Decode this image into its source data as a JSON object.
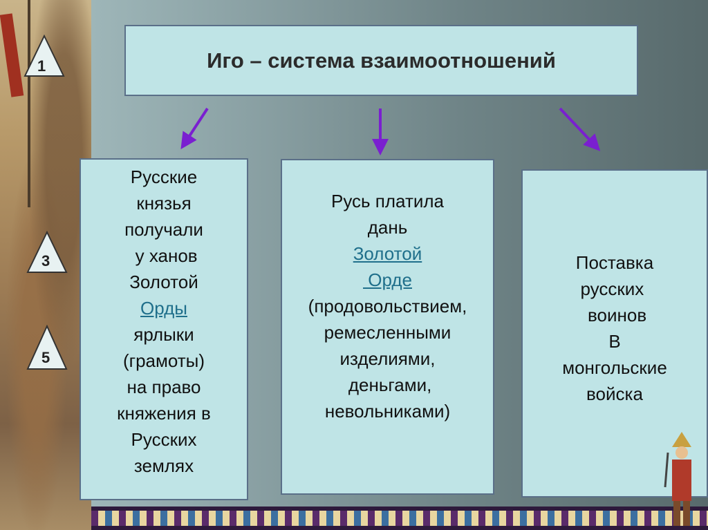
{
  "title": "Иго – система взаимоотношений",
  "badges": [
    "1",
    "3",
    "5"
  ],
  "box1": {
    "lines": [
      "Русские",
      "князья",
      "получали",
      " у ханов",
      "Золотой"
    ],
    "link": "Орды",
    "lines_after": [
      "ярлыки",
      "(грамоты)",
      "на право",
      "княжения в",
      "Русских",
      "землях"
    ]
  },
  "box2": {
    "lines": [
      "Русь платила",
      "дань"
    ],
    "link1": "Золотой",
    "link2": " Орде",
    "lines_after": [
      "(продовольствием,",
      "ремесленными",
      "изделиями,",
      " деньгами,",
      "невольниками)"
    ]
  },
  "box3": {
    "lines": [
      "Поставка",
      "русских ",
      " воинов",
      "В",
      "монгольские",
      "войска"
    ]
  },
  "colors": {
    "box_fill": "#bfe4e6",
    "border": "#5a6f88",
    "arrow": "#7a1fd0",
    "link": "#1f6f8b"
  }
}
